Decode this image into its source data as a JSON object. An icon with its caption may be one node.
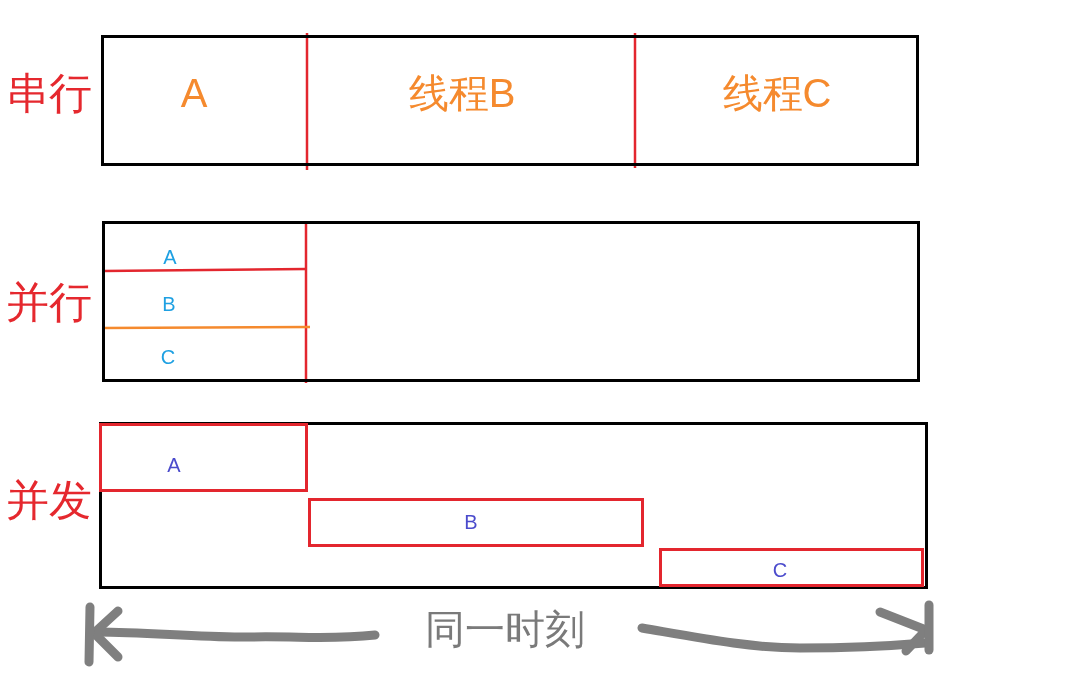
{
  "diagram": {
    "nodes": [
      {
        "text": [
          "串行"
        ]
      },
      {
        "text": [
          "A"
        ],
        "in": 0
      },
      {
        "text": [
          "线程B"
        ],
        "in": 0
      },
      {
        "text": [
          "线程C"
        ],
        "in": 0
      },
      {
        "text": [
          "并行"
        ]
      },
      {
        "text": [
          "A"
        ],
        "in": 4
      },
      {
        "text": [
          "B"
        ],
        "in": 4
      },
      {
        "text": [
          "C"
        ],
        "in": 4
      },
      {
        "text": [
          "并发"
        ]
      },
      {
        "text": [
          "A"
        ],
        "in": 8
      },
      {
        "text": [
          "B"
        ],
        "in": 8
      },
      {
        "text": [
          "C"
        ],
        "in": 8
      }
    ],
    "labels": [
      "同一时刻"
    ]
  }
}
